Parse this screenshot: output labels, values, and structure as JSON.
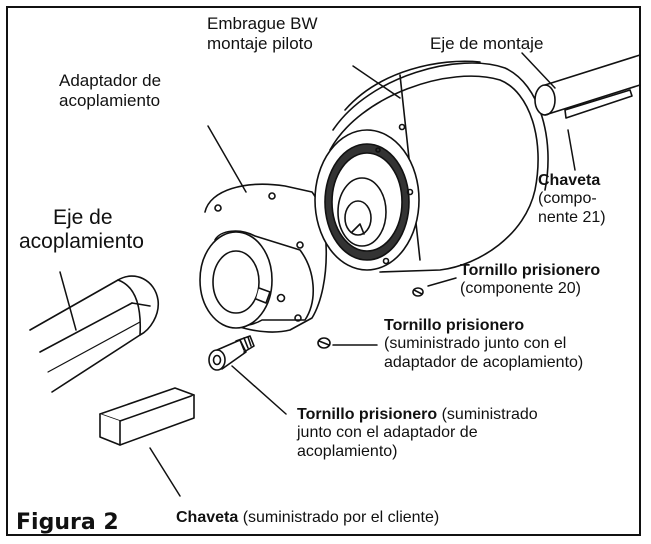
{
  "figure": {
    "caption": "Figura 2",
    "labels": {
      "clutch_line1": "Embrague BW",
      "clutch_line2": "montaje piloto",
      "mounting_shaft": "Eje de montaje",
      "adapter_line1": "Adaptador de",
      "adapter_line2": "acoplamiento",
      "coupling_shaft_line1": "Eje de",
      "coupling_shaft_line2": "acoplamiento",
      "key_right_title": "Chaveta",
      "key_right_line1": "(compo-",
      "key_right_line2": "nente 21)",
      "setscrew1_title": "Tornillo prisionero",
      "setscrew1_sub": "(componente 20)",
      "setscrew2_title": "Tornillo prisionero",
      "setscrew2_line1": "(suministrado junto con el",
      "setscrew2_line2": "adaptador de acoplamiento)",
      "setscrew3_title": "Tornillo prisionero",
      "setscrew3_rest": " (suministrado",
      "setscrew3_line2": "junto con el adaptador de",
      "setscrew3_line3": "acoplamiento)",
      "key_bottom_title": "Chaveta",
      "key_bottom_rest": " (suministrado por el cliente)"
    }
  }
}
